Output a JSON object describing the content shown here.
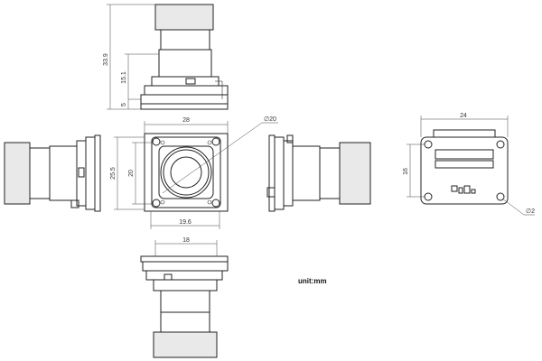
{
  "unit_label": "unit:mm",
  "top_view": {
    "dims": {
      "height_total": "33.9",
      "height_lens": "15.1",
      "height_board": "5"
    }
  },
  "front_view": {
    "dims": {
      "width_top": "28",
      "width_bottom": "19.6",
      "height_outer": "25.5",
      "height_inner": "20",
      "lens_diameter": "∅20"
    }
  },
  "back_view": {
    "dims": {
      "width": "24",
      "hole_spacing": "16",
      "mount_hole": "∅2"
    }
  },
  "bottom_view": {
    "dims": {
      "width": "18"
    }
  }
}
